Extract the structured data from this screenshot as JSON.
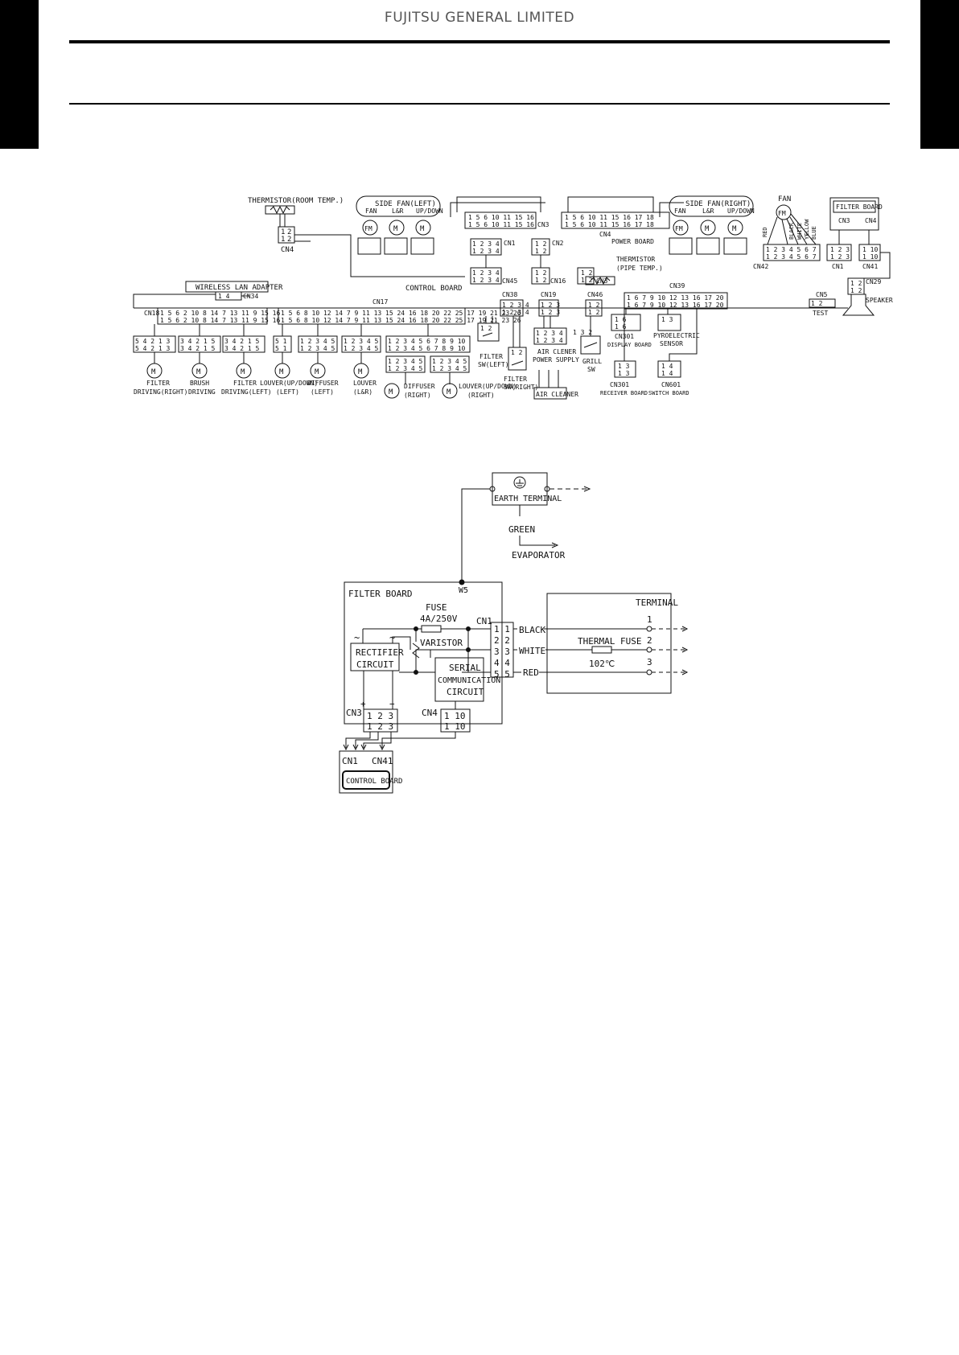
{
  "header": {
    "company": "FUJITSU GENERAL LIMITED"
  },
  "top": {
    "thermistor_room": "THERMISTOR(ROOM TEMP.)",
    "side_fan_left": {
      "title": "SIDE FAN(LEFT)",
      "fan": "FAN",
      "lr": "L&R",
      "updown": "UP/DOWN"
    },
    "side_fan_right": {
      "title": "SIDE FAN(RIGHT)",
      "fan": "FAN",
      "lr": "L&R",
      "updown": "UP/DOWN"
    },
    "fan_label": "FAN",
    "fm": "FM",
    "m": "M",
    "wire_colors": [
      "RED",
      "BLACK",
      "WHITE",
      "YELLOW",
      "BLUE"
    ],
    "filter_board": "FILTER BOARD",
    "wireless_lan": "WIRELESS LAN ADAPTER",
    "control_board": "CONTROL BOARD",
    "power_board": "POWER BOARD",
    "thermistor_pipe_1": "THERMISTOR",
    "thermistor_pipe_2": "(PIPE TEMP.)",
    "test": "TEST",
    "speaker": "SPEAKER",
    "cn": {
      "cn4a": "CN4",
      "cn34": "CN34",
      "cn18": "CN18",
      "cn17": "CN17",
      "cn1a": "CN1",
      "cn2": "CN2",
      "cn3a": "CN3",
      "cn4b": "CN4",
      "cn45": "CN45",
      "cn16": "CN16",
      "cn3b": "CN3",
      "cn39": "CN39",
      "cn38": "CN38",
      "cn19": "CN19",
      "cn46": "CN46",
      "cn5": "CN5",
      "cn29": "CN29",
      "cn42": "CN42",
      "cn1b": "CN1",
      "cn41": "CN41",
      "cn3c": "CN3",
      "cn4c": "CN4"
    },
    "motors": [
      {
        "l1": "FILTER",
        "l2": "DRIVING(RIGHT)"
      },
      {
        "l1": "BRUSH",
        "l2": "DRIVING"
      },
      {
        "l1": "FILTER",
        "l2": "DRIVING(LEFT)"
      },
      {
        "l1": "LOUVER(UP/DOWN)",
        "l2": "(LEFT)"
      },
      {
        "l1": "DIFFUSER",
        "l2": "(LEFT)"
      },
      {
        "l1": "LOUVER",
        "l2": "(L&R)"
      },
      {
        "l1": "DIFFUSER",
        "l2": "(RIGHT)"
      },
      {
        "l1": "LOUVER(UP/DOWN)",
        "l2": "(RIGHT)"
      }
    ],
    "filter_sw_left": {
      "l1": "FILTER",
      "l2": "SW(LEFT)"
    },
    "filter_sw_right": {
      "l1": "FILTER",
      "l2": "SW(RIGHT)"
    },
    "air_clener_ps": {
      "l1": "AIR CLENER",
      "l2": "POWER SUPPLY"
    },
    "air_cleaner": "AIR CLEANER",
    "grill_sw": {
      "l1": "GRILL",
      "l2": "SW"
    },
    "cn301": {
      "l1": "CN301",
      "l2": "DISPLAY BOARD"
    },
    "pyro": {
      "l1": "PYROELECTRIC",
      "l2": "SENSOR"
    },
    "cn301r": {
      "l1": "CN301",
      "l2": "RECEIVER BOARD"
    },
    "cn601": {
      "l1": "CN601",
      "l2": "SWITCH BOARD"
    }
  },
  "bottom": {
    "earth_terminal": "EARTH TERMINAL",
    "green": "GREEN",
    "evaporator": "EVAPORATOR",
    "w5": "W5",
    "filter_board": "FILTER BOARD",
    "fuse": "FUSE",
    "fuse_rating": "4A/250V",
    "cn1": "CN1",
    "varistor": "VARISTOR",
    "rectifier_1": "RECTIFIER",
    "rectifier_2": "CIRCUIT",
    "serial_1": "SERIAL",
    "serial_2": "COMMUNICATION",
    "serial_3": "CIRCUIT",
    "cn3": "CN3",
    "cn4": "CN4",
    "black": "BLACK",
    "white": "WHITE",
    "red": "RED",
    "terminal": "TERMINAL",
    "thermal_fuse": "THERMAL FUSE",
    "thermal_rating": "102℃",
    "t1": "1",
    "t2": "2",
    "t3": "3",
    "cb_cn1": "CN1",
    "cb_cn41": "CN41",
    "control_board": "CONTROL BOARD",
    "tilde": "~",
    "plus": "+",
    "minus": "−"
  }
}
